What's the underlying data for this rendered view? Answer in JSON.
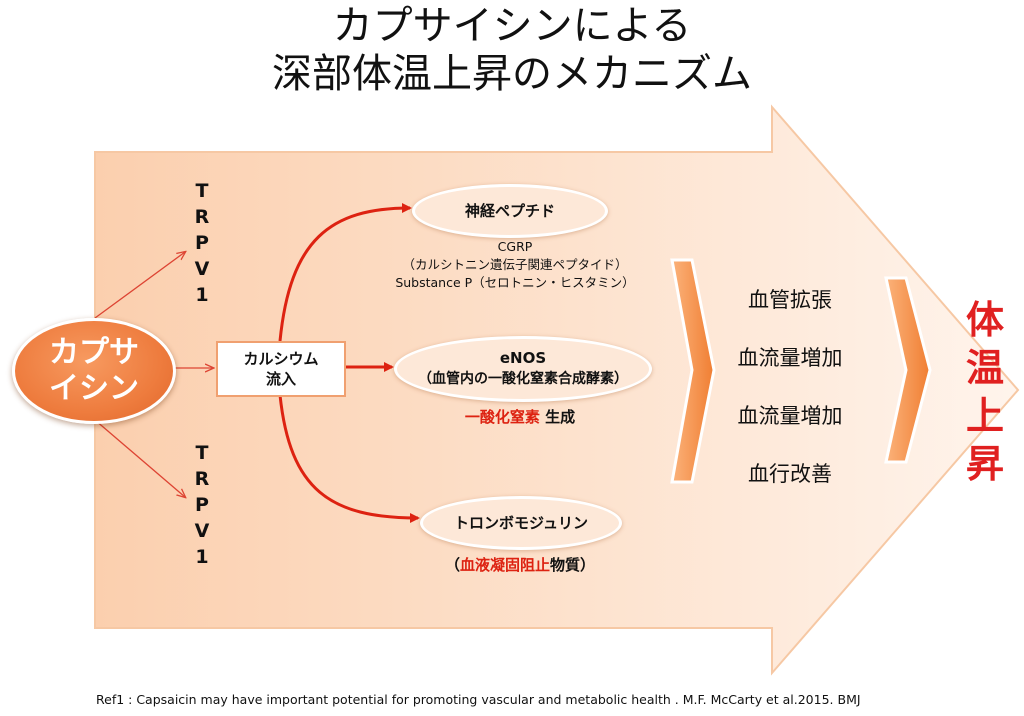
{
  "title": {
    "line1": "カプサイシンによる",
    "line2": "深部体温上昇のメカニズム"
  },
  "source": {
    "label": "カプサ\nイシン",
    "line1": "カプサ",
    "line2": "イシン"
  },
  "receptor_top": {
    "chars": [
      "T",
      "R",
      "P",
      "V",
      "1"
    ]
  },
  "receptor_bottom": {
    "chars": [
      "T",
      "R",
      "P",
      "V",
      "1"
    ]
  },
  "calcium": {
    "line1": "カルシウム",
    "line2": "流入"
  },
  "neuropeptide": {
    "label": "神経ペプチド",
    "desc1": "CGRP",
    "desc2": "（カルシトニン遺伝子関連ペプタイド）",
    "desc3": "Substance P（セロトニン・ヒスタミン）"
  },
  "enos": {
    "label1": "eNOS",
    "label2": "（血管内の一酸化窒素合成酵素）",
    "product_red": "一酸化窒素",
    "product_rest": " 生成"
  },
  "thrombomodulin": {
    "label": "トロンボモジュリン",
    "desc_open": "（",
    "desc_red": "血液凝固阻止",
    "desc_rest": "物質）"
  },
  "effects": [
    "血管拡張",
    "血流量増加",
    "血流量増加",
    "血行改善"
  ],
  "result": {
    "chars": [
      "体",
      "温",
      "上",
      "昇"
    ]
  },
  "reference": "Ref1 : Capsaicin may have important potential for promoting vascular and metabolic health . M.F. McCarty et al.2015. BMJ",
  "colors": {
    "arrow_fill_start": "#fcd3b4",
    "arrow_fill_end": "#fff3ea",
    "capsule": "#ee7c3e",
    "red_arrow": "#dd2211",
    "result_text": "#e02020",
    "chevron": "#f59a55"
  }
}
